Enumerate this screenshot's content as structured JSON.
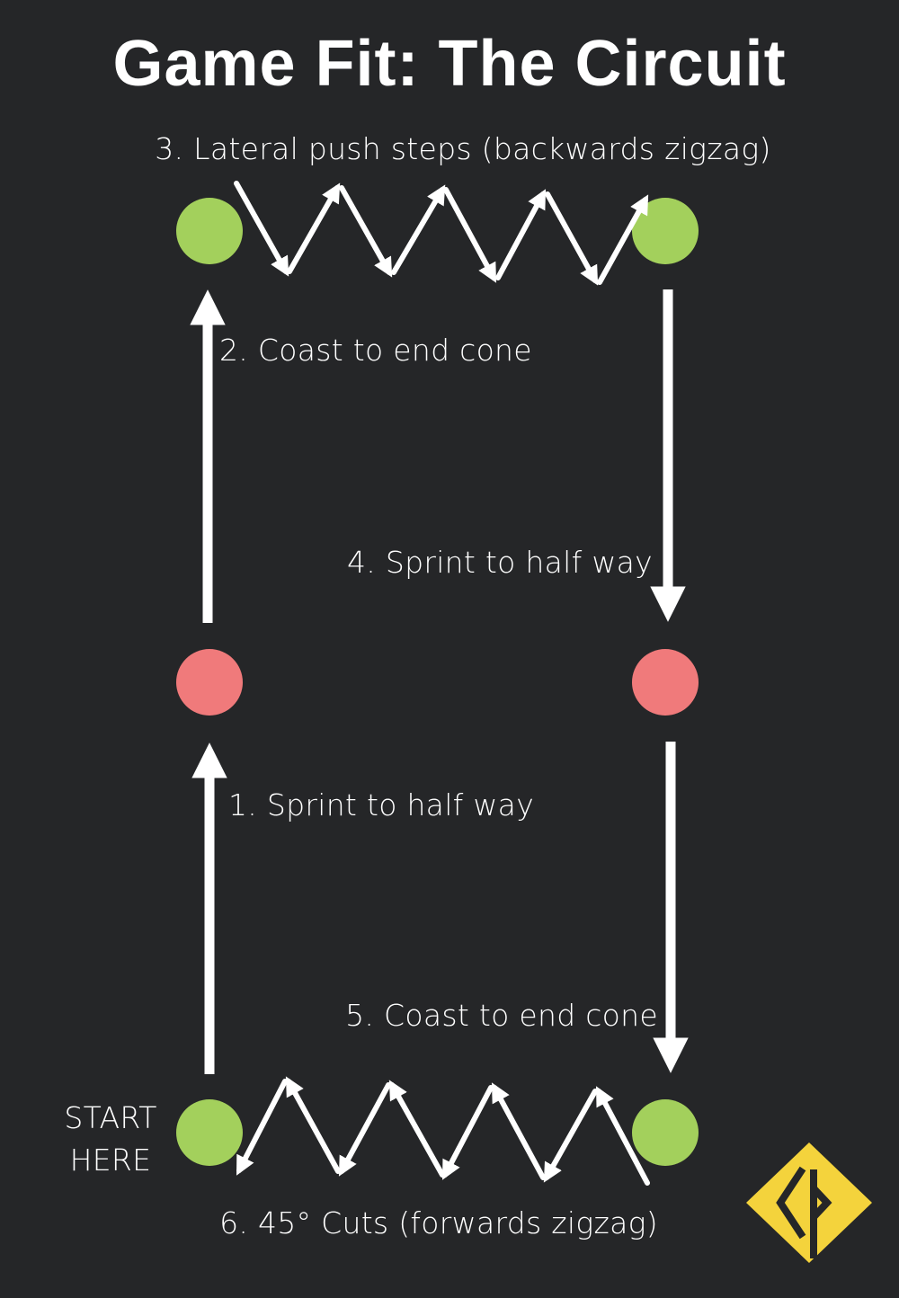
{
  "title": "Game Fit: The Circuit",
  "steps": {
    "step1": "1. Sprint to half way",
    "step2": "2. Coast to end cone",
    "step3": "3. Lateral push steps (backwards zigzag)",
    "step4": "4. Sprint to half way",
    "step5": "5. Coast to end cone",
    "step6": "6. 45° Cuts (forwards zigzag)"
  },
  "start_label": {
    "line1": "START",
    "line2": "HERE"
  },
  "colors": {
    "background": "#252628",
    "end_cone": "#a3d05c",
    "halfway_cone": "#f07a7b",
    "arrow": "#ffffff",
    "logo": "#f4d33c"
  },
  "cones": [
    {
      "id": "cone-top-left",
      "kind": "end_cone"
    },
    {
      "id": "cone-top-right",
      "kind": "end_cone"
    },
    {
      "id": "cone-mid-left",
      "kind": "halfway_cone"
    },
    {
      "id": "cone-mid-right",
      "kind": "halfway_cone"
    },
    {
      "id": "cone-bottom-left",
      "kind": "end_cone"
    },
    {
      "id": "cone-bottom-right",
      "kind": "end_cone"
    }
  ],
  "icons": {
    "logo": "diamond-logo-icon"
  }
}
